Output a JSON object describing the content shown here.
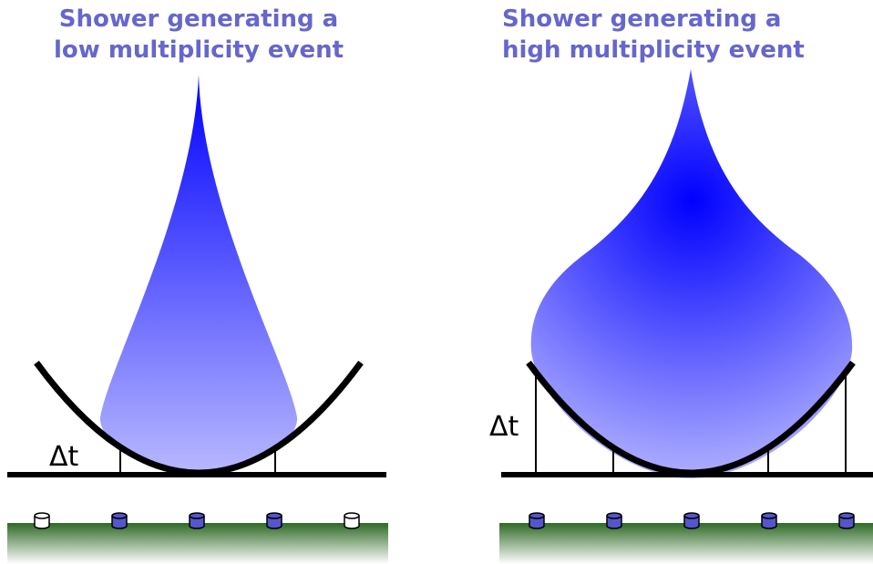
{
  "left_panel": {
    "title_line1": "Shower generating a",
    "title_line2": "low multiplicity event",
    "delta_label": "Δt",
    "detectors": [
      "inactive",
      "active",
      "active",
      "active",
      "inactive"
    ]
  },
  "right_panel": {
    "title_line1": "Shower generating a",
    "title_line2": "high multiplicity event",
    "delta_label": "Δt",
    "detectors": [
      "active",
      "active",
      "active",
      "active",
      "active"
    ]
  },
  "colors": {
    "title": "#6666cc",
    "shower_dark": "#0000ff",
    "shower_light": "#b8b8ff",
    "ground_top": "#2d6a24",
    "detector_active": "#5555cc",
    "detector_inactive": "#ffffff"
  }
}
